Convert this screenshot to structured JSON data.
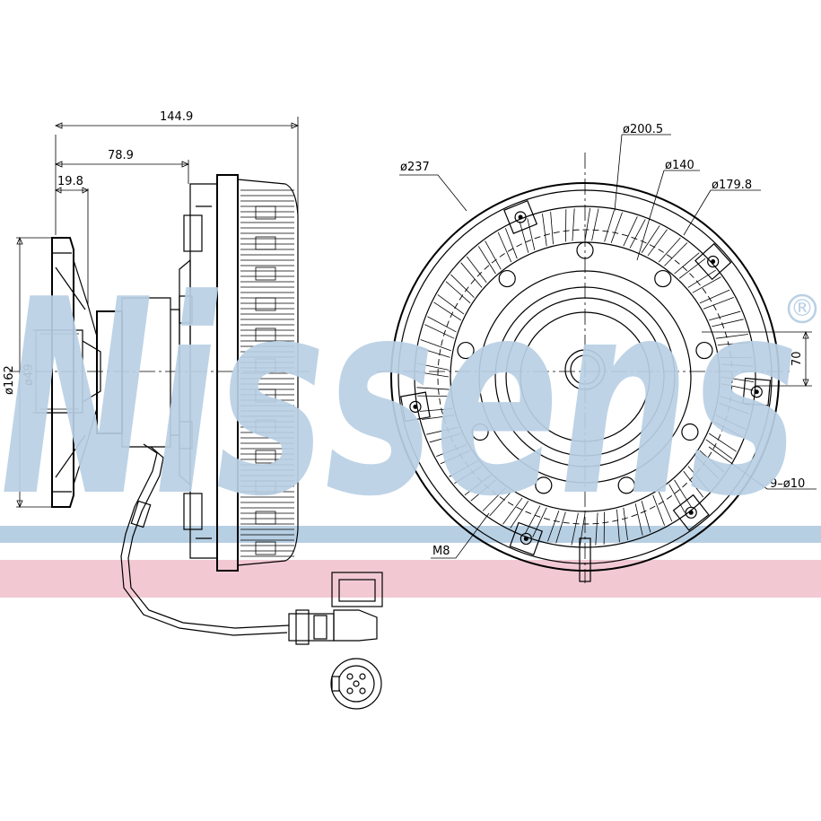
{
  "brand": {
    "watermark": "Nissens",
    "registered_mark": "®",
    "band_blue": "#b7cfe3",
    "band_pink": "#f2c9d3",
    "watermark_color": "#b9d0e4"
  },
  "side_view": {
    "dim_overall_length": "144.9",
    "dim_flange_to_coupling": "78.9",
    "dim_hub_depth": "19.8",
    "dim_flange_diameter": "ø162",
    "dim_pilot_diameter": "ø49"
  },
  "front_view": {
    "dim_outer_diameter": "ø237",
    "dim_blade_ring_diameter": "ø200.5",
    "dim_inner_bolt_circle": "ø140",
    "dim_outer_bolt_circle": "ø179.8",
    "dim_height_offset": "70",
    "dim_holes": "9–ø10",
    "dim_thread": "M8"
  }
}
